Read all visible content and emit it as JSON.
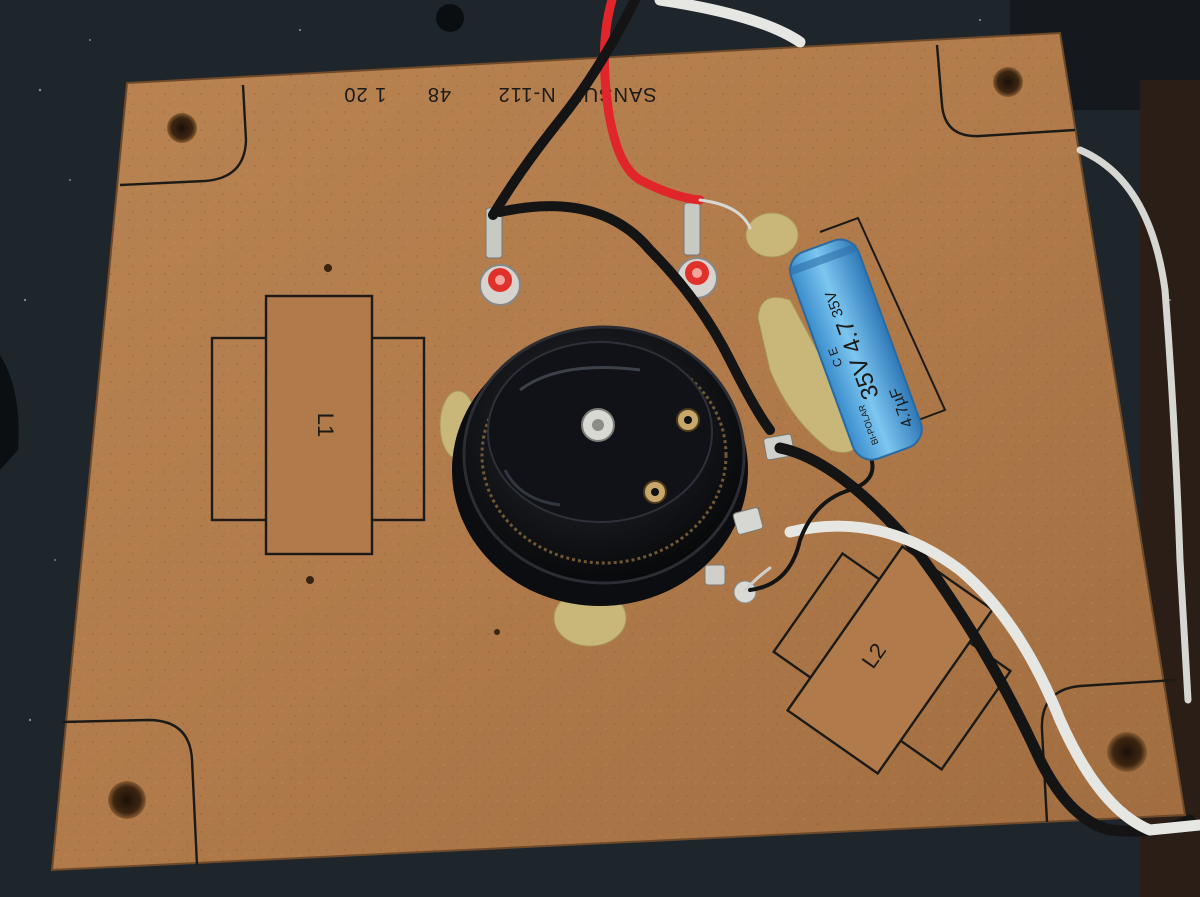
{
  "photo": {
    "board_header": {
      "brand": "SANSUI",
      "model": "N-112",
      "code_a": "48",
      "code_b": "1 20"
    },
    "inductor_labels": {
      "l1": "L1",
      "l2": "L2"
    },
    "capacitor": {
      "value_main": "35V 4.7",
      "value_small": "4.7µF",
      "top_value": "35V",
      "type": "BI-POLAR",
      "marks": "C E",
      "body_color": "#58aee0"
    },
    "colors": {
      "board": "#b07a4a",
      "wire_red": "#e0262b",
      "wire_black": "#141414",
      "wire_white": "#e6e6e2",
      "adhesive": "#c9b77a"
    }
  }
}
